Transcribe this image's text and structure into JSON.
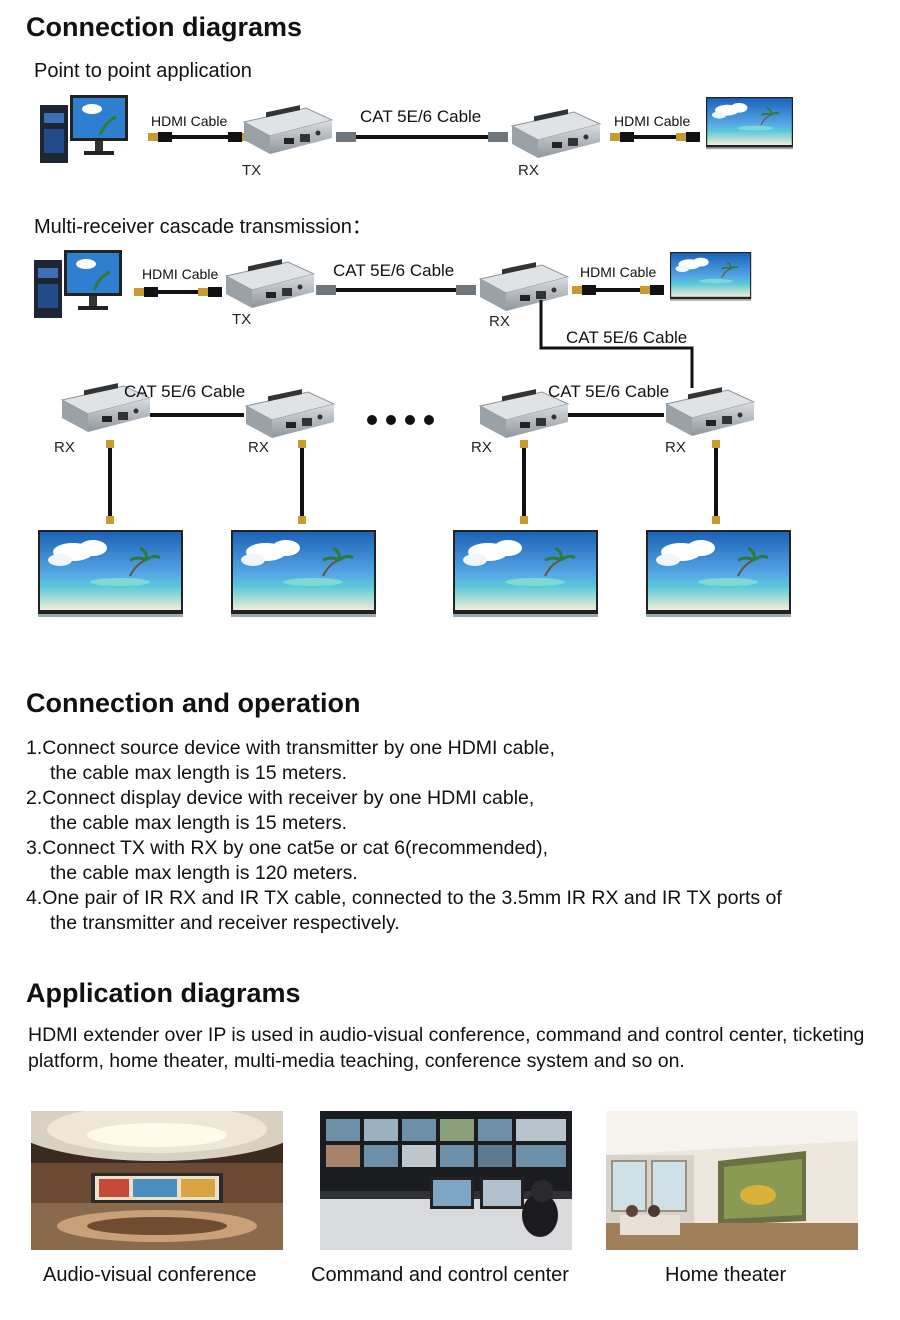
{
  "connection_diagrams": {
    "title": "Connection diagrams",
    "p2p_title": "Point to point application",
    "cascade_title": "Multi-receiver cascade transmission：",
    "hdmi_cable": "HDMI Cable",
    "cat_cable": "CAT 5E/6 Cable",
    "tx": "TX",
    "rx": "RX"
  },
  "operation": {
    "title": "Connection and operation",
    "steps": [
      {
        "line1": "1.Connect source device with transmitter by one HDMI cable,",
        "line2": "the cable max length is 15 meters."
      },
      {
        "line1": "2.Connect display device with receiver by one HDMI cable,",
        "line2": "the cable max length is 15 meters."
      },
      {
        "line1": "3.Connect TX with RX by one cat5e or cat 6(recommended),",
        "line2": "the cable max length is 120 meters."
      },
      {
        "line1": "4.One pair of IR RX and IR TX cable, connected to the 3.5mm IR RX and IR TX ports of",
        "line2": "the transmitter and receiver respectively."
      }
    ]
  },
  "application": {
    "title": "Application diagrams",
    "intro": "HDMI extender over IP is used in audio-visual conference, command and control center, ticketing platform, home theater, multi-media teaching, conference system and so on.",
    "photos": [
      {
        "caption": "Audio-visual conference",
        "icon": "conference-room-photo"
      },
      {
        "caption": "Command and control center",
        "icon": "control-center-photo"
      },
      {
        "caption": "Home theater",
        "icon": "home-theater-photo"
      }
    ]
  },
  "colors": {
    "device_silver": "#b9bec3",
    "cable": "#111111",
    "sky": "#2e7fd0",
    "sea": "#4fc3d6"
  }
}
